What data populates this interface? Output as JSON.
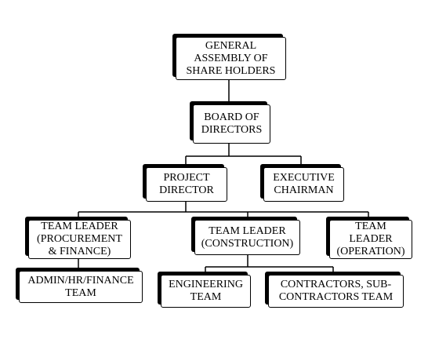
{
  "chart": {
    "nodes": [
      {
        "id": "gasm",
        "label": "GENERAL\nASSEMBLY OF\nSHARE HOLDERS"
      },
      {
        "id": "bod",
        "label": "BOARD OF\nDIRECTORS"
      },
      {
        "id": "pd",
        "label": "PROJECT\nDIRECTOR"
      },
      {
        "id": "ec",
        "label": "EXECUTIVE\nCHAIRMAN"
      },
      {
        "id": "tlpf",
        "label": "TEAM LEADER\n(PROCUREMENT\n& FINANCE)"
      },
      {
        "id": "tlc",
        "label": "TEAM  LEADER\n(CONSTRUCTION)"
      },
      {
        "id": "tlo",
        "label": "TEAM\nLEADER\n(OPERATION)"
      },
      {
        "id": "admin",
        "label": "ADMIN/HR/FINANCE\nTEAM"
      },
      {
        "id": "eng",
        "label": "ENGINEERING\nTEAM"
      },
      {
        "id": "contr",
        "label": "CONTRACTORS, SUB-\nCONTRACTORS TEAM"
      }
    ],
    "edges": [
      [
        "gasm",
        "bod"
      ],
      [
        "bod",
        "pd"
      ],
      [
        "bod",
        "ec"
      ],
      [
        "pd",
        "tlpf"
      ],
      [
        "pd",
        "tlc"
      ],
      [
        "pd",
        "tlo"
      ],
      [
        "tlpf",
        "admin"
      ],
      [
        "tlc",
        "eng"
      ],
      [
        "tlc",
        "contr"
      ]
    ]
  }
}
